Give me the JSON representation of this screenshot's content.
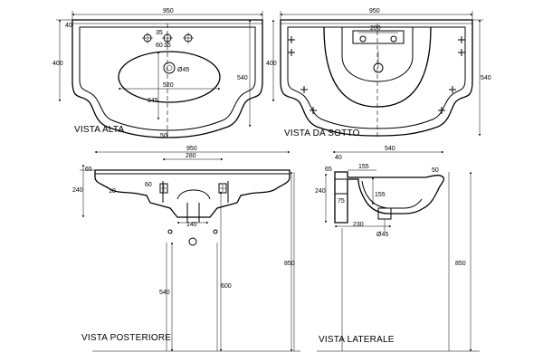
{
  "views": {
    "top": "VISTA ALTA",
    "bottom": "VISTA DA SOTTO",
    "rear": "VISTA POSTERIORE",
    "side": "VISTA LATERALE"
  },
  "dims": {
    "top_width": "950",
    "top_depth": "400",
    "top_40": "40",
    "top_35a": "35",
    "top_60": "60",
    "top_35b": "35",
    "top_d45": "Ø45",
    "top_520": "520",
    "top_345": "345",
    "top_540": "540",
    "top_50": "50",
    "bot_width": "950",
    "bot_200": "200",
    "bot_400": "400",
    "bot_540": "540",
    "rear_950": "950",
    "rear_280": "280",
    "rear_65": "65",
    "rear_240": "240",
    "rear_10": "10",
    "rear_60": "60",
    "rear_140": "140",
    "rear_540": "540",
    "rear_600": "600",
    "rear_850": "850",
    "side_540": "540",
    "side_40": "40",
    "side_65": "65",
    "side_155a": "155",
    "side_50": "50",
    "side_240": "240",
    "side_155b": "155",
    "side_75": "75",
    "side_230": "230",
    "side_d45": "Ø45",
    "side_850": "850"
  },
  "colors": {
    "line": "#000000",
    "background": "#ffffff"
  }
}
